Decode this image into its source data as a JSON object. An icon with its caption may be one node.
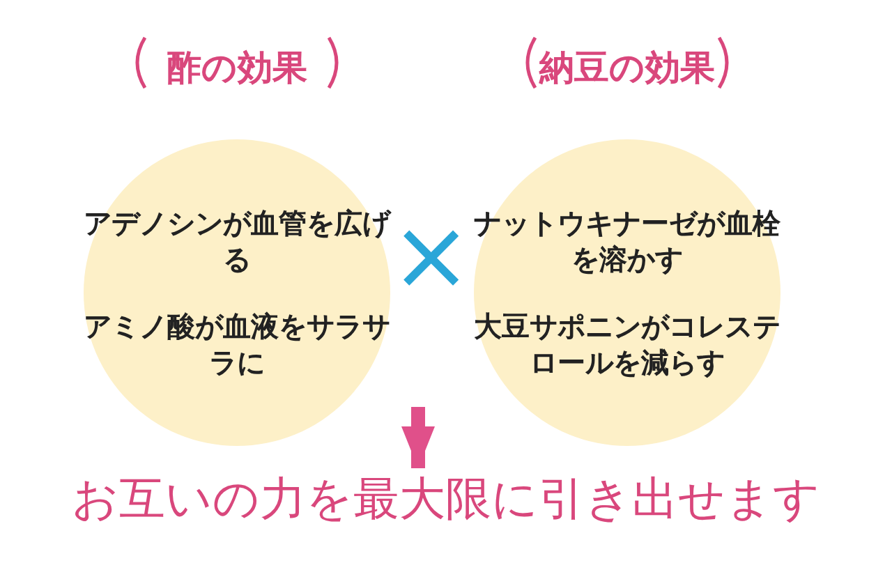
{
  "diagram": {
    "nodes": [
      {
        "text": [
          "酢の効果",
          "アデノシンが血管を広げる",
          "アミノ酸が血液をサラサラに"
        ]
      },
      {
        "text": [
          "納豆の効果",
          "ナットウキナーゼが血栓を溶かす",
          "大豆サポニンがコレステロールを減らす"
        ]
      },
      {
        "text": [
          "お互いの力を最大限に引き出せます"
        ]
      }
    ],
    "edges": [
      {
        "from": null,
        "to": 2,
        "arrow": "to"
      }
    ],
    "labels": [
      "×"
    ]
  }
}
